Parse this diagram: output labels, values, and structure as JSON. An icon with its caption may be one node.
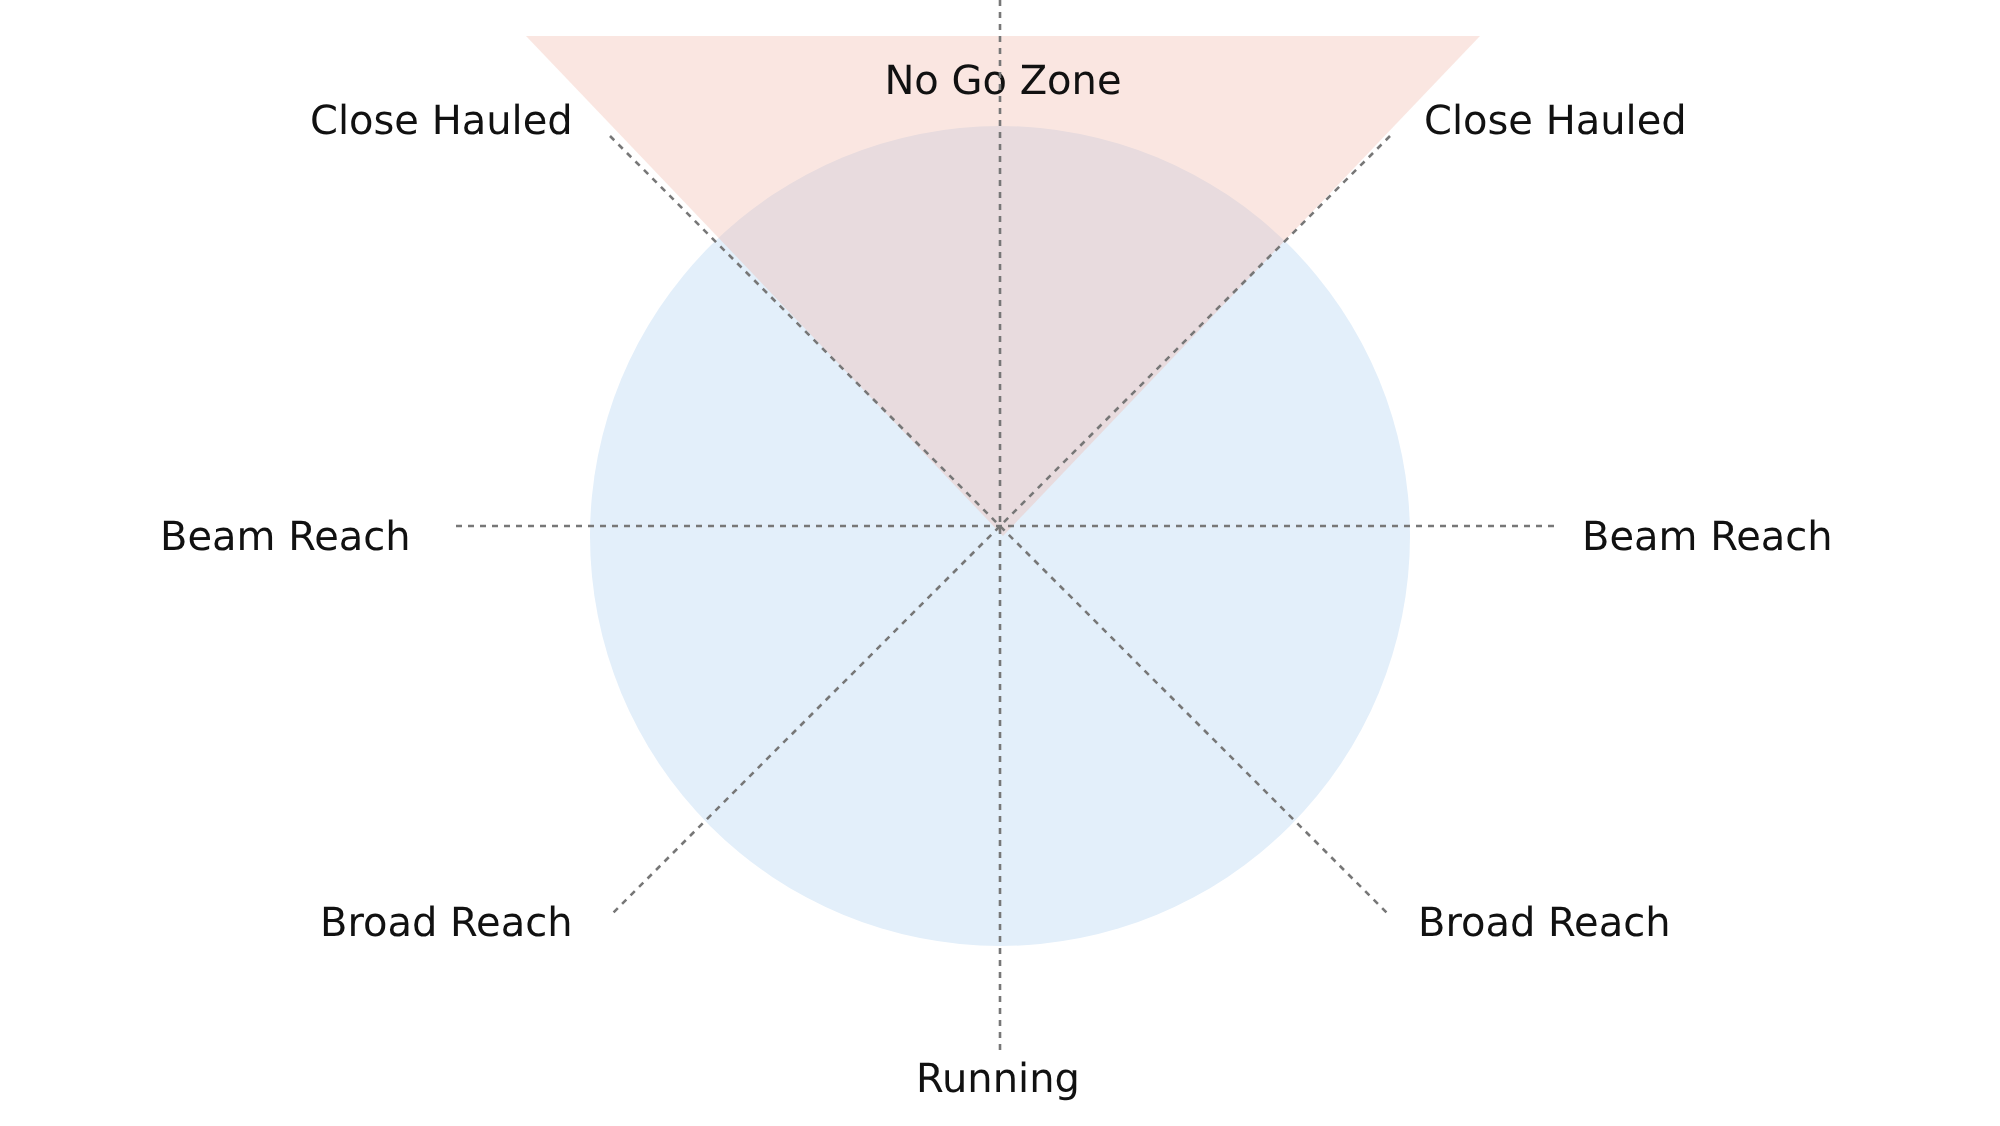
{
  "diagram": {
    "nodes": [
      {
        "text": [
          "No Go Zone"
        ]
      }
    ],
    "labels": [
      "Close Hauled",
      "Close Hauled",
      "Beam Reach",
      "Beam Reach",
      "Broad Reach",
      "Broad Reach",
      "Running"
    ]
  }
}
